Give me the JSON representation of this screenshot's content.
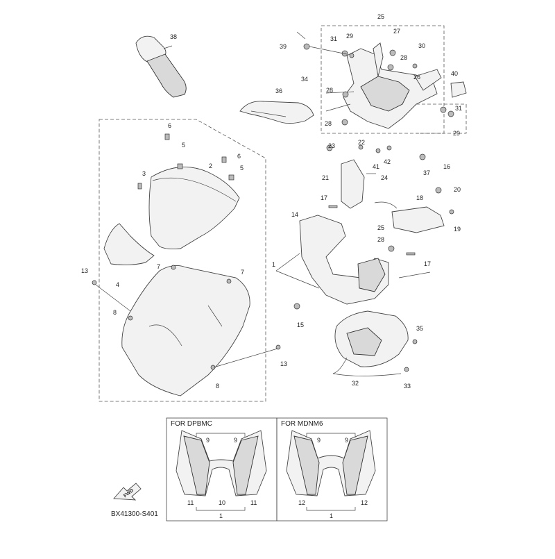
{
  "diagram": {
    "code": "BX41300-S401",
    "fwd_label": "FWD",
    "insets": [
      {
        "title": "FOR  DPBMC"
      },
      {
        "title": "FOR  MDNM6"
      }
    ],
    "callouts": [
      {
        "id": "c38",
        "text": "38"
      },
      {
        "id": "c36",
        "text": "36"
      },
      {
        "id": "c34",
        "text": "34"
      },
      {
        "id": "c39",
        "text": "39"
      },
      {
        "id": "c25a",
        "text": "25"
      },
      {
        "id": "c31a",
        "text": "31"
      },
      {
        "id": "c29a",
        "text": "29"
      },
      {
        "id": "c27",
        "text": "27"
      },
      {
        "id": "c30",
        "text": "30"
      },
      {
        "id": "c28a",
        "text": "28"
      },
      {
        "id": "c26",
        "text": "26"
      },
      {
        "id": "c40",
        "text": "40"
      },
      {
        "id": "c28b",
        "text": "28"
      },
      {
        "id": "c28c",
        "text": "28"
      },
      {
        "id": "c31b",
        "text": "31"
      },
      {
        "id": "c29b",
        "text": "29"
      },
      {
        "id": "c6a",
        "text": "6"
      },
      {
        "id": "c5a",
        "text": "5"
      },
      {
        "id": "c3",
        "text": "3"
      },
      {
        "id": "c2",
        "text": "2"
      },
      {
        "id": "c6b",
        "text": "6"
      },
      {
        "id": "c5b",
        "text": "5"
      },
      {
        "id": "c4",
        "text": "4"
      },
      {
        "id": "c7a",
        "text": "7"
      },
      {
        "id": "c1a",
        "text": "1"
      },
      {
        "id": "c7b",
        "text": "7"
      },
      {
        "id": "c13a",
        "text": "13"
      },
      {
        "id": "c8a",
        "text": "8"
      },
      {
        "id": "c13b",
        "text": "13"
      },
      {
        "id": "c8b",
        "text": "8"
      },
      {
        "id": "c23",
        "text": "23"
      },
      {
        "id": "c22",
        "text": "22"
      },
      {
        "id": "c41",
        "text": "41"
      },
      {
        "id": "c42",
        "text": "42"
      },
      {
        "id": "c37",
        "text": "37"
      },
      {
        "id": "c16",
        "text": "16"
      },
      {
        "id": "c21",
        "text": "21"
      },
      {
        "id": "c24",
        "text": "24"
      },
      {
        "id": "c20",
        "text": "20"
      },
      {
        "id": "c17a",
        "text": "17"
      },
      {
        "id": "c18",
        "text": "18"
      },
      {
        "id": "c19",
        "text": "19"
      },
      {
        "id": "c14",
        "text": "14"
      },
      {
        "id": "c25b",
        "text": "25"
      },
      {
        "id": "c28d",
        "text": "28"
      },
      {
        "id": "c17b",
        "text": "17"
      },
      {
        "id": "c15",
        "text": "15"
      },
      {
        "id": "c35",
        "text": "35"
      },
      {
        "id": "c32",
        "text": "32"
      },
      {
        "id": "c33",
        "text": "33"
      },
      {
        "id": "i9a",
        "text": "9"
      },
      {
        "id": "i9b",
        "text": "9"
      },
      {
        "id": "i11a",
        "text": "11"
      },
      {
        "id": "i10",
        "text": "10"
      },
      {
        "id": "i11b",
        "text": "11"
      },
      {
        "id": "i1a",
        "text": "1"
      },
      {
        "id": "i9c",
        "text": "9"
      },
      {
        "id": "i9d",
        "text": "9"
      },
      {
        "id": "i12a",
        "text": "12"
      },
      {
        "id": "i12b",
        "text": "12"
      },
      {
        "id": "i1b",
        "text": "1"
      }
    ]
  }
}
